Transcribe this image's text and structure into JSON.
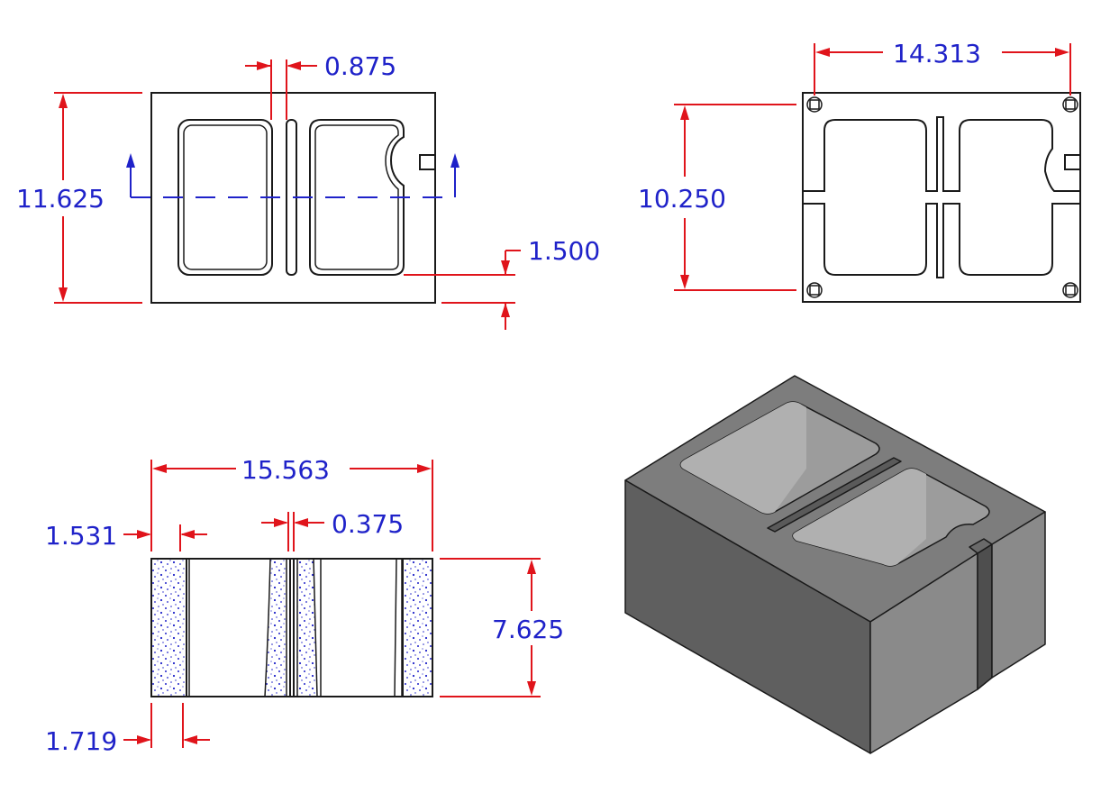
{
  "colors": {
    "dimension_text": "#1f22c9",
    "dimension_line": "#e0141b",
    "object_line": "#1a1a1a",
    "section_line": "#1f22c9",
    "speckle": "#1f22c9",
    "block_top": "#7d7d7d",
    "block_front": "#6a6a6a",
    "block_side": "#8a8a8a",
    "block_cavity": "#9c9c9c"
  },
  "views": {
    "top_view": {
      "dim_height": "11.625",
      "dim_web_gap": "0.875",
      "dim_face_shell": "1.500"
    },
    "bottom_view": {
      "dim_width": "14.313",
      "dim_height": "10.250"
    },
    "section_view": {
      "dim_length": "15.563",
      "dim_top_shell": "1.531",
      "dim_web": "0.375",
      "dim_height": "7.625",
      "dim_bottom_shell": "1.719"
    },
    "isometric_view": {}
  }
}
